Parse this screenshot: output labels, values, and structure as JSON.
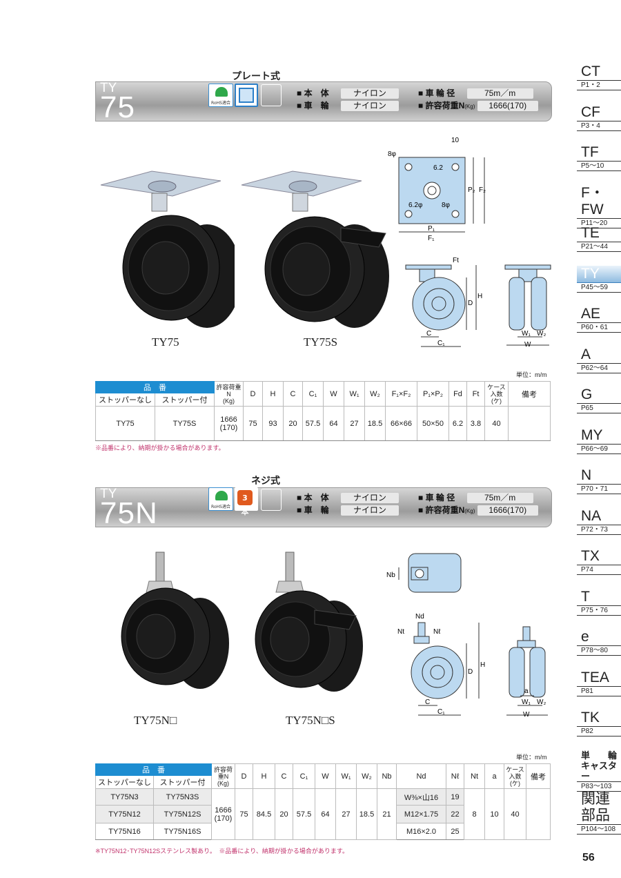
{
  "sidebar": [
    {
      "code": "CT",
      "pages": "P1・2"
    },
    {
      "code": "CF",
      "pages": "P3・4"
    },
    {
      "code": "TF",
      "pages": "P5〜10"
    },
    {
      "code": "F・FW",
      "pages": "P11〜20"
    },
    {
      "code": "TE",
      "pages": "P21〜44"
    },
    {
      "code": "TY",
      "pages": "P45〜59",
      "active": true
    },
    {
      "code": "AE",
      "pages": "P60・61"
    },
    {
      "code": "A",
      "pages": "P62〜64"
    },
    {
      "code": "G",
      "pages": "P65"
    },
    {
      "code": "MY",
      "pages": "P66〜69"
    },
    {
      "code": "N",
      "pages": "P70・71"
    },
    {
      "code": "NA",
      "pages": "P72・73"
    },
    {
      "code": "TX",
      "pages": "P74"
    },
    {
      "code": "T",
      "pages": "P75・76"
    },
    {
      "code": "e",
      "pages": "P78〜80"
    },
    {
      "code": "TEA",
      "pages": "P81"
    },
    {
      "code": "TK",
      "pages": "P82"
    },
    {
      "code": "単　　輪 キャスター",
      "pages": "P83〜103"
    },
    {
      "code": "関連部品",
      "pages": "P104〜108"
    }
  ],
  "page_number": "56",
  "s1": {
    "series": "TY",
    "model": "75",
    "mount": "プレート式",
    "rohs": "RoHS適合",
    "spec": {
      "body_k": "■ 本　体",
      "body_v": "ナイロン",
      "wheel_k": "■ 車　輪",
      "wheel_v": "ナイロン",
      "dia_k": "■ 車 輪 径",
      "dia_v": "75m／m",
      "load_k": "■ 許容荷重N",
      "load_unit": "(Kg)",
      "load_v": "1666(170)"
    },
    "cap1": "TY75",
    "cap2": "TY75S",
    "unit": "単位：m/m",
    "note": "※品番により、納期が掛かる場合があります。",
    "table": {
      "h_hinban": "品　番",
      "h_nostop": "ストッパーなし",
      "h_stop": "ストッパー付",
      "h_load": "許容荷重N",
      "h_loadkg": "(Kg)",
      "cols": [
        "D",
        "H",
        "C",
        "C₁",
        "W",
        "W₁",
        "W₂",
        "F₁×F₂",
        "P₁×P₂",
        "Fd",
        "Ft"
      ],
      "h_case": "ケース 入数 (ケ)",
      "h_remark": "備考",
      "row": {
        "a": "TY75",
        "b": "TY75S",
        "load": "1666",
        "loadkg": "(170)",
        "vals": [
          "75",
          "93",
          "20",
          "57.5",
          "64",
          "27",
          "18.5",
          "66×66",
          "50×50",
          "6.2",
          "3.8"
        ],
        "case": "40"
      }
    },
    "dims": {
      "d10": "10",
      "d8a": "8φ",
      "d62": "6.2",
      "d62b": "6.2φ",
      "d8b": "8φ",
      "p1": "P₁",
      "f1": "F₁",
      "p2": "P₂",
      "f2": "F₂",
      "ft": "Ft",
      "D": "D",
      "H": "H",
      "C": "C",
      "C1": "C₁",
      "W1": "W₁",
      "W2": "W₂",
      "W": "W"
    }
  },
  "s2": {
    "series": "TY",
    "model": "75N",
    "mount": "ネジ式",
    "rohs": "RoHS適合",
    "badge": "3本",
    "spec": {
      "body_k": "■ 本　体",
      "body_v": "ナイロン",
      "wheel_k": "■ 車　輪",
      "wheel_v": "ナイロン",
      "dia_k": "■ 車 輪 径",
      "dia_v": "75m／m",
      "load_k": "■ 許容荷重N",
      "load_unit": "(Kg)",
      "load_v": "1666(170)"
    },
    "cap1": "TY75N□",
    "cap2": "TY75N□S",
    "unit": "単位：m/m",
    "note": "※TY75N12･TY75N12Sステンレス製あり。　※品番により、納期が掛かる場合があります。",
    "table": {
      "h_hinban": "品　番",
      "h_nostop": "ストッパーなし",
      "h_stop": "ストッパー付",
      "h_load": "許容荷重N",
      "h_loadkg": "(Kg)",
      "cols": [
        "D",
        "H",
        "C",
        "C₁",
        "W",
        "W₁",
        "W₂",
        "Nb",
        "Nd",
        "Nℓ",
        "Nt",
        "a"
      ],
      "h_case": "ケース 入数 (ケ)",
      "h_remark": "備考",
      "shared": {
        "load": "1666",
        "loadkg": "(170)",
        "D": "75",
        "H": "84.5",
        "C": "20",
        "C1": "57.5",
        "W": "64",
        "W1": "27",
        "W2": "18.5",
        "Nb": "21",
        "Nt": "8",
        "a": "10",
        "case": "40"
      },
      "rows": [
        {
          "a": "TY75N3",
          "b": "TY75N3S",
          "nd": "W⅜×山16",
          "nl": "19"
        },
        {
          "a": "TY75N12",
          "b": "TY75N12S",
          "nd": "M12×1.75",
          "nl": "22"
        },
        {
          "a": "TY75N16",
          "b": "TY75N16S",
          "nd": "M16×2.0",
          "nl": "25"
        }
      ]
    },
    "dims": {
      "Nb": "Nb",
      "Nd": "Nd",
      "Nt": "Nt",
      "Nl": "Nℓ",
      "D": "D",
      "H": "H",
      "C": "C",
      "C1": "C₁",
      "a": "a",
      "W1": "W₁",
      "W2": "W₂",
      "W": "W"
    }
  }
}
